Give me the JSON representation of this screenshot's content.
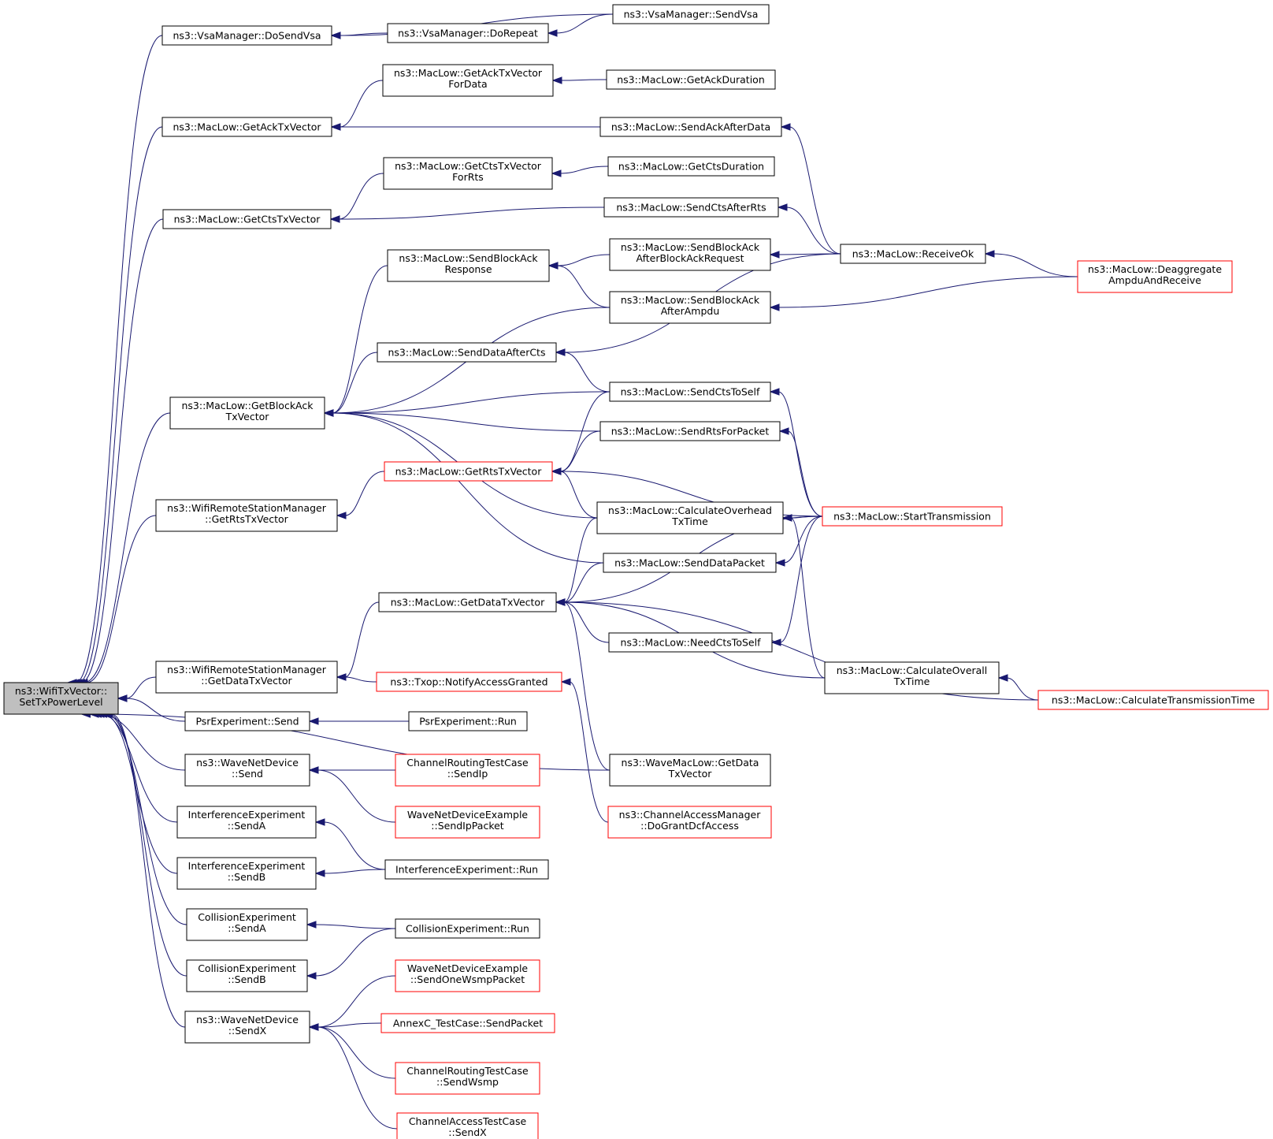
{
  "colors": {
    "edge": "#191970",
    "box_border": "#000000",
    "red_border": "#ff0000",
    "root_fill": "#bfbfbf"
  },
  "nodes": [
    {
      "id": "root",
      "lines": [
        "ns3::WifiTxVector::",
        "SetTxPowerLevel"
      ],
      "style": "root"
    },
    {
      "id": "doSendVsa",
      "lines": [
        "ns3::VsaManager::DoSendVsa"
      ]
    },
    {
      "id": "doRepeat",
      "lines": [
        "ns3::VsaManager::DoRepeat"
      ]
    },
    {
      "id": "sendVsa",
      "lines": [
        "ns3::VsaManager::SendVsa"
      ]
    },
    {
      "id": "getAckTxVectorForData",
      "lines": [
        "ns3::MacLow::GetAckTxVector",
        "ForData"
      ]
    },
    {
      "id": "getAckDuration",
      "lines": [
        "ns3::MacLow::GetAckDuration"
      ]
    },
    {
      "id": "getAckTxVector",
      "lines": [
        "ns3::MacLow::GetAckTxVector"
      ]
    },
    {
      "id": "sendAckAfterData",
      "lines": [
        "ns3::MacLow::SendAckAfterData"
      ]
    },
    {
      "id": "getCtsTxVectorForRts",
      "lines": [
        "ns3::MacLow::GetCtsTxVector",
        "ForRts"
      ]
    },
    {
      "id": "getCtsDuration",
      "lines": [
        "ns3::MacLow::GetCtsDuration"
      ]
    },
    {
      "id": "getCtsTxVector",
      "lines": [
        "ns3::MacLow::GetCtsTxVector"
      ]
    },
    {
      "id": "sendCtsAfterRts",
      "lines": [
        "ns3::MacLow::SendCtsAfterRts"
      ]
    },
    {
      "id": "sendBlockAckResponse",
      "lines": [
        "ns3::MacLow::SendBlockAck",
        "Response"
      ]
    },
    {
      "id": "sendBlockAckAfterBlockAckRequest",
      "lines": [
        "ns3::MacLow::SendBlockAck",
        "AfterBlockAckRequest"
      ]
    },
    {
      "id": "receiveOk",
      "lines": [
        "ns3::MacLow::ReceiveOk"
      ]
    },
    {
      "id": "deaggregate",
      "lines": [
        "ns3::MacLow::Deaggregate",
        "AmpduAndReceive"
      ],
      "style": "red"
    },
    {
      "id": "sendBlockAckAfterAmpdu",
      "lines": [
        "ns3::MacLow::SendBlockAck",
        "AfterAmpdu"
      ]
    },
    {
      "id": "sendDataAfterCts",
      "lines": [
        "ns3::MacLow::SendDataAfterCts"
      ]
    },
    {
      "id": "getBlockAckTxVector",
      "lines": [
        "ns3::MacLow::GetBlockAck",
        "TxVector"
      ]
    },
    {
      "id": "sendCtsToSelf",
      "lines": [
        "ns3::MacLow::SendCtsToSelf"
      ]
    },
    {
      "id": "sendRtsForPacket",
      "lines": [
        "ns3::MacLow::SendRtsForPacket"
      ]
    },
    {
      "id": "getRtsTxVector",
      "lines": [
        "ns3::MacLow::GetRtsTxVector"
      ],
      "style": "red"
    },
    {
      "id": "wrsmGetRtsTxVector",
      "lines": [
        "ns3::WifiRemoteStationManager",
        "::GetRtsTxVector"
      ]
    },
    {
      "id": "calcOverhead",
      "lines": [
        "ns3::MacLow::CalculateOverhead",
        "TxTime"
      ]
    },
    {
      "id": "startTransmission",
      "lines": [
        "ns3::MacLow::StartTransmission"
      ],
      "style": "red"
    },
    {
      "id": "sendDataPacket",
      "lines": [
        "ns3::MacLow::SendDataPacket"
      ]
    },
    {
      "id": "getDataTxVector",
      "lines": [
        "ns3::MacLow::GetDataTxVector"
      ]
    },
    {
      "id": "needCtsToSelf",
      "lines": [
        "ns3::MacLow::NeedCtsToSelf"
      ]
    },
    {
      "id": "calcOverall",
      "lines": [
        "ns3::MacLow::CalculateOverall",
        "TxTime"
      ]
    },
    {
      "id": "calcTransmissionTime",
      "lines": [
        "ns3::MacLow::CalculateTransmissionTime"
      ],
      "style": "red"
    },
    {
      "id": "wrsmGetDataTxVector",
      "lines": [
        "ns3::WifiRemoteStationManager",
        "::GetDataTxVector"
      ]
    },
    {
      "id": "notifyAccessGranted",
      "lines": [
        "ns3::Txop::NotifyAccessGranted"
      ],
      "style": "red"
    },
    {
      "id": "psrSend",
      "lines": [
        "PsrExperiment::Send"
      ]
    },
    {
      "id": "psrRun",
      "lines": [
        "PsrExperiment::Run"
      ]
    },
    {
      "id": "waveSend",
      "lines": [
        "ns3::WaveNetDevice",
        "::Send"
      ]
    },
    {
      "id": "crSendIp",
      "lines": [
        "ChannelRoutingTestCase",
        "::SendIp"
      ],
      "style": "red"
    },
    {
      "id": "waveMacGetData",
      "lines": [
        "ns3::WaveMacLow::GetData",
        "TxVector"
      ]
    },
    {
      "id": "wndeSendIpPacket",
      "lines": [
        "WaveNetDeviceExample",
        "::SendIpPacket"
      ],
      "style": "red"
    },
    {
      "id": "camDoGrant",
      "lines": [
        "ns3::ChannelAccessManager",
        "::DoGrantDcfAccess"
      ],
      "style": "red"
    },
    {
      "id": "ieSendA",
      "lines": [
        "InterferenceExperiment",
        "::SendA"
      ]
    },
    {
      "id": "ieSendB",
      "lines": [
        "InterferenceExperiment",
        "::SendB"
      ]
    },
    {
      "id": "ieRun",
      "lines": [
        "InterferenceExperiment::Run"
      ]
    },
    {
      "id": "ceSendA",
      "lines": [
        "CollisionExperiment",
        "::SendA"
      ]
    },
    {
      "id": "ceSendB",
      "lines": [
        "CollisionExperiment",
        "::SendB"
      ]
    },
    {
      "id": "ceRun",
      "lines": [
        "CollisionExperiment::Run"
      ]
    },
    {
      "id": "waveSendX",
      "lines": [
        "ns3::WaveNetDevice",
        "::SendX"
      ]
    },
    {
      "id": "wndeSendOneWsmp",
      "lines": [
        "WaveNetDeviceExample",
        "::SendOneWsmpPacket"
      ],
      "style": "red"
    },
    {
      "id": "annexSendPacket",
      "lines": [
        "AnnexC_TestCase::SendPacket"
      ],
      "style": "red"
    },
    {
      "id": "crSendWsmp",
      "lines": [
        "ChannelRoutingTestCase",
        "::SendWsmp"
      ],
      "style": "red"
    },
    {
      "id": "catSendX",
      "lines": [
        "ChannelAccessTestCase",
        "::SendX"
      ],
      "style": "red"
    }
  ],
  "edges": [
    [
      "doSendVsa",
      "root"
    ],
    [
      "getAckTxVector",
      "root"
    ],
    [
      "getCtsTxVector",
      "root"
    ],
    [
      "getBlockAckTxVector",
      "root"
    ],
    [
      "wrsmGetRtsTxVector",
      "root"
    ],
    [
      "waveMacGetData",
      "root"
    ],
    [
      "wrsmGetDataTxVector",
      "root"
    ],
    [
      "psrSend",
      "root"
    ],
    [
      "waveSend",
      "root"
    ],
    [
      "ieSendA",
      "root"
    ],
    [
      "ieSendB",
      "root"
    ],
    [
      "ceSendA",
      "root"
    ],
    [
      "ceSendB",
      "root"
    ],
    [
      "waveSendX",
      "root"
    ],
    [
      "sendVsa",
      "doSendVsa"
    ],
    [
      "doRepeat",
      "doSendVsa"
    ],
    [
      "sendVsa",
      "doRepeat"
    ],
    [
      "getAckTxVectorForData",
      "getAckTxVector"
    ],
    [
      "sendAckAfterData",
      "getAckTxVector"
    ],
    [
      "getAckDuration",
      "getAckTxVectorForData"
    ],
    [
      "receiveOk",
      "sendAckAfterData"
    ],
    [
      "getCtsTxVectorForRts",
      "getCtsTxVector"
    ],
    [
      "sendCtsAfterRts",
      "getCtsTxVector"
    ],
    [
      "getCtsDuration",
      "getCtsTxVectorForRts"
    ],
    [
      "receiveOk",
      "sendCtsAfterRts"
    ],
    [
      "sendBlockAckAfterBlockAckRequest",
      "sendBlockAckResponse"
    ],
    [
      "sendBlockAckAfterAmpdu",
      "sendBlockAckResponse"
    ],
    [
      "receiveOk",
      "sendBlockAckAfterBlockAckRequest"
    ],
    [
      "deaggregate",
      "receiveOk"
    ],
    [
      "deaggregate",
      "sendBlockAckAfterAmpdu"
    ],
    [
      "receiveOk",
      "sendDataAfterCts"
    ],
    [
      "sendBlockAckResponse",
      "getBlockAckTxVector"
    ],
    [
      "sendBlockAckAfterAmpdu",
      "getBlockAckTxVector"
    ],
    [
      "sendDataAfterCts",
      "getBlockAckTxVector"
    ],
    [
      "sendCtsToSelf",
      "getBlockAckTxVector"
    ],
    [
      "sendRtsForPacket",
      "getBlockAckTxVector"
    ],
    [
      "calcOverhead",
      "getBlockAckTxVector"
    ],
    [
      "sendDataPacket",
      "getBlockAckTxVector"
    ],
    [
      "sendCtsToSelf",
      "sendDataAfterCts"
    ],
    [
      "startTransmission",
      "sendCtsToSelf"
    ],
    [
      "startTransmission",
      "sendRtsForPacket"
    ],
    [
      "sendCtsToSelf",
      "getRtsTxVector"
    ],
    [
      "sendRtsForPacket",
      "getRtsTxVector"
    ],
    [
      "calcOverhead",
      "getRtsTxVector"
    ],
    [
      "startTransmission",
      "getRtsTxVector"
    ],
    [
      "getRtsTxVector",
      "wrsmGetRtsTxVector"
    ],
    [
      "startTransmission",
      "calcOverhead"
    ],
    [
      "calcOverall",
      "calcOverhead"
    ],
    [
      "startTransmission",
      "sendDataPacket"
    ],
    [
      "calcOverhead",
      "getDataTxVector"
    ],
    [
      "sendDataPacket",
      "getDataTxVector"
    ],
    [
      "startTransmission",
      "getDataTxVector"
    ],
    [
      "needCtsToSelf",
      "getDataTxVector"
    ],
    [
      "calcOverall",
      "getDataTxVector"
    ],
    [
      "calcTransmissionTime",
      "getDataTxVector"
    ],
    [
      "waveMacGetData",
      "getDataTxVector"
    ],
    [
      "startTransmission",
      "needCtsToSelf"
    ],
    [
      "calcTransmissionTime",
      "calcOverall"
    ],
    [
      "getDataTxVector",
      "wrsmGetDataTxVector"
    ],
    [
      "notifyAccessGranted",
      "wrsmGetDataTxVector"
    ],
    [
      "camDoGrant",
      "notifyAccessGranted"
    ],
    [
      "psrRun",
      "psrSend"
    ],
    [
      "crSendIp",
      "waveSend"
    ],
    [
      "wndeSendIpPacket",
      "waveSend"
    ],
    [
      "ieRun",
      "ieSendA"
    ],
    [
      "ieRun",
      "ieSendB"
    ],
    [
      "ceRun",
      "ceSendA"
    ],
    [
      "ceRun",
      "ceSendB"
    ],
    [
      "wndeSendOneWsmp",
      "waveSendX"
    ],
    [
      "annexSendPacket",
      "waveSendX"
    ],
    [
      "crSendWsmp",
      "waveSendX"
    ],
    [
      "catSendX",
      "waveSendX"
    ]
  ]
}
